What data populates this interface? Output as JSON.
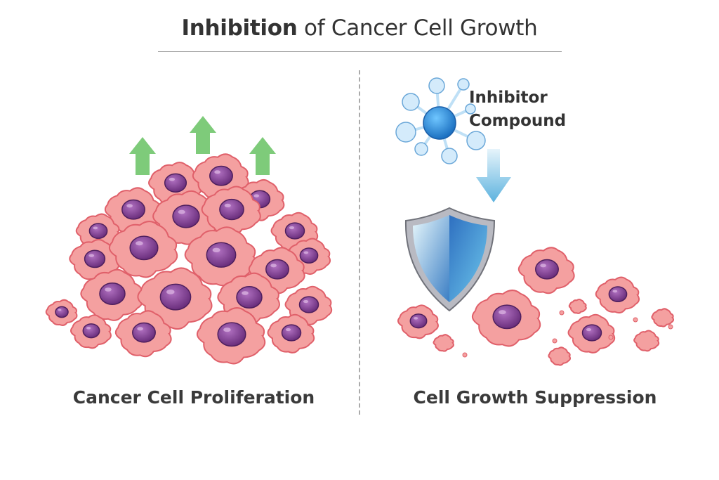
{
  "title": {
    "bold": "Inhibition",
    "rest": " of Cancer Cell Growth"
  },
  "left_panel": {
    "label": "Cancer Cell Proliferation"
  },
  "right_panel": {
    "label": "Cell Growth Suppression",
    "compound_line1": "Inhibitor",
    "compound_line2": "Compound"
  },
  "colors": {
    "cell": "#f4a0a0",
    "cell_outline": "#e0606a",
    "nucleus": "#7a3a8a",
    "arrow_up": "#7ecb7a",
    "arrow_down": "#6bbbe0",
    "molecule": "#2f8fd8",
    "shield_frame": "#b8b8c0"
  }
}
